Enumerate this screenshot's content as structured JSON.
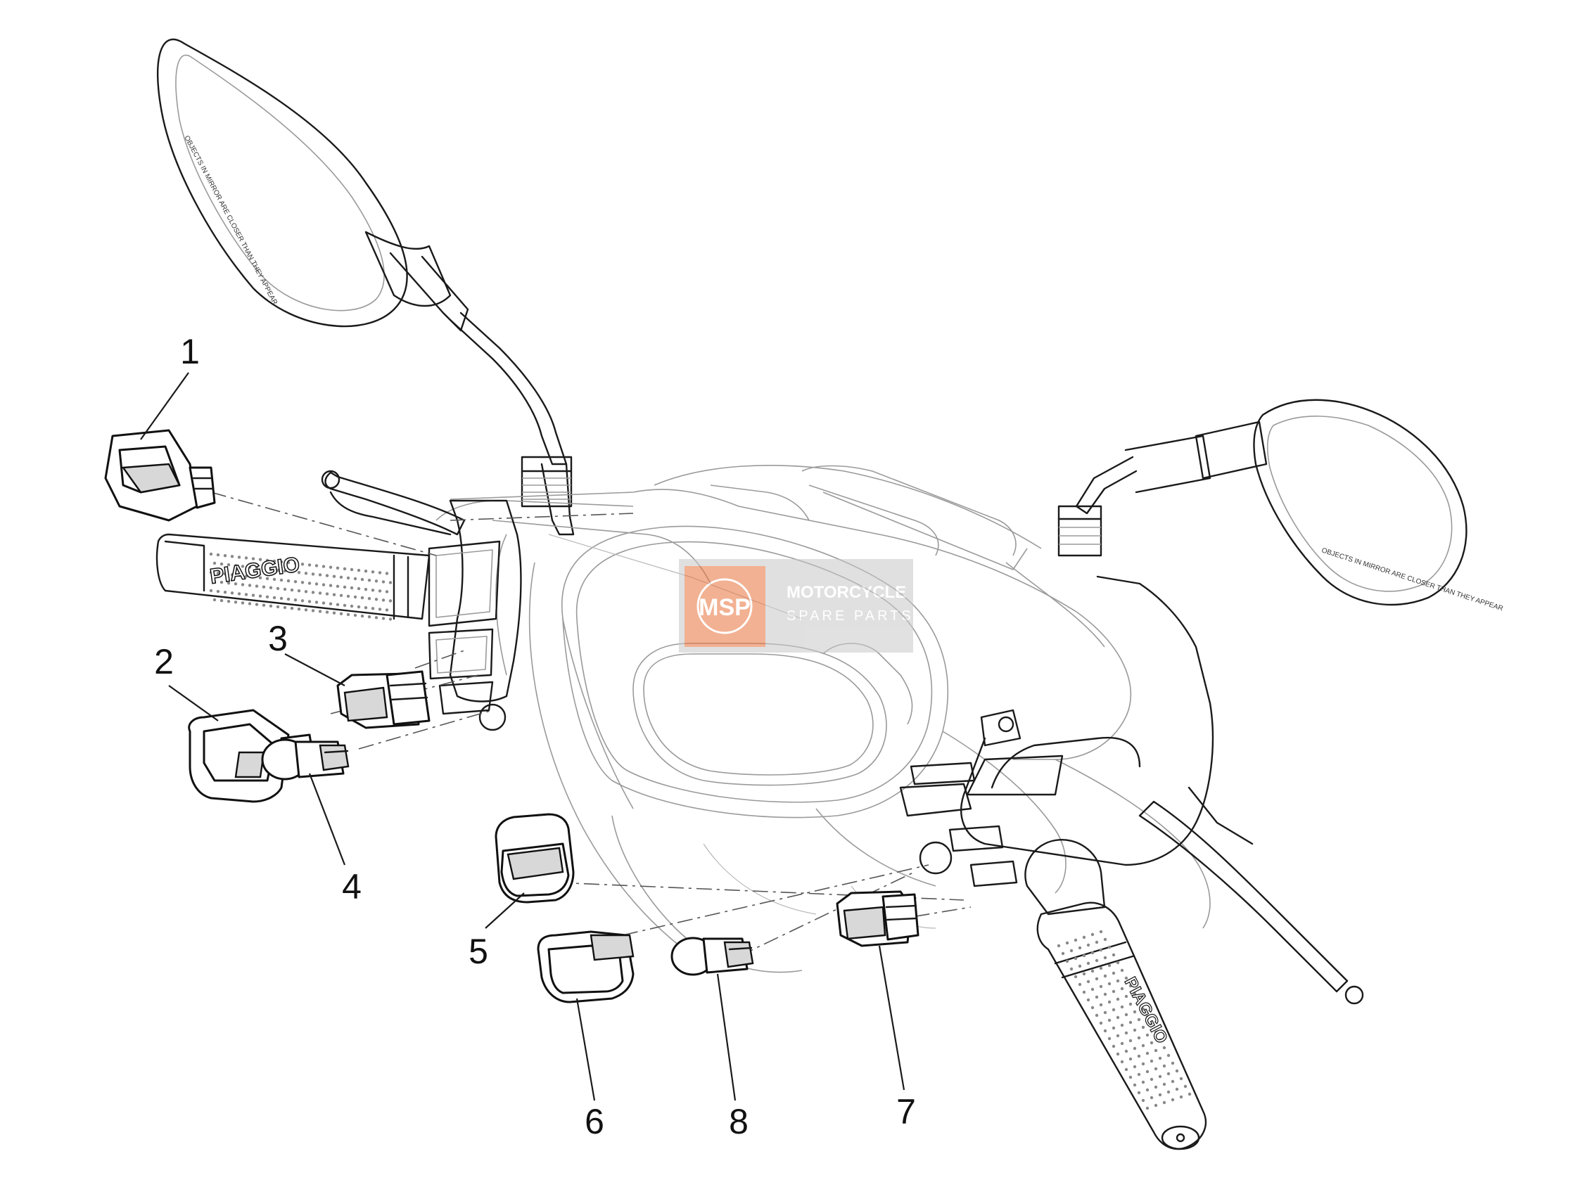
{
  "callouts": [
    {
      "label": "1"
    },
    {
      "label": "2"
    },
    {
      "label": "3"
    },
    {
      "label": "4"
    },
    {
      "label": "5"
    },
    {
      "label": "6"
    },
    {
      "label": "7"
    },
    {
      "label": "8"
    }
  ],
  "grip_brand": "PIAGGIO",
  "mirror_left_text": "OBJECTS IN MIRROR ARE CLOSER THAN THEY APPEAR",
  "mirror_right_text": "OBJECTS IN MIRROR ARE CLOSER THAN THEY APPEAR",
  "watermark": {
    "logo": "MSP",
    "line1": "MOTORCYCLE",
    "line2": "SPARE PARTS"
  },
  "colors": {
    "line": "#1a1a1a",
    "thin_line": "#9a9a9a",
    "watermark_orange": "#e8733a",
    "watermark_gray": "#8a8a8a"
  }
}
